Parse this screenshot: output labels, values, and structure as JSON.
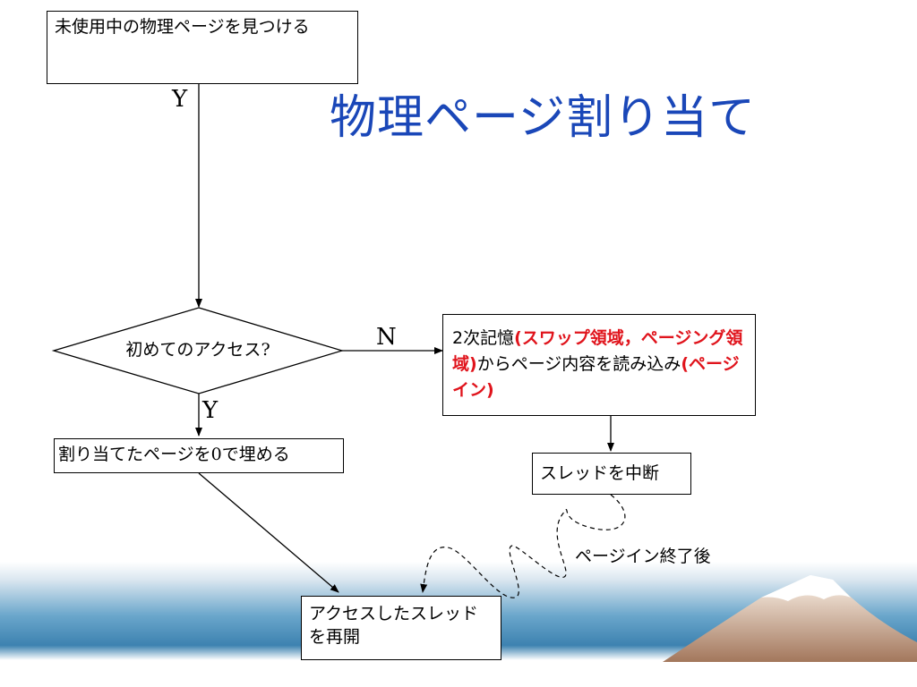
{
  "slide": {
    "title": "物理ページ割り当て"
  },
  "nodes": {
    "find_page": "未使用中の物理ページを見つける",
    "decision_prefix": "初めてのアクセス",
    "decision_suffix": "?",
    "fill_zero_prefix": "割り当てたページを",
    "fill_zero_digit": "0",
    "fill_zero_suffix": "で埋める",
    "read_a": "2次記憶",
    "read_b": "(スワップ領域，ページング領域)",
    "read_c": "からページ内容を読み込み",
    "read_d": "(ページイン)",
    "suspend": "スレッドを中断",
    "resume": "アクセスしたスレッドを再開"
  },
  "labels": {
    "yes_top": "Y",
    "yes_decision": "Y",
    "no_decision": "N",
    "after_pagein": "ページイン終了後"
  },
  "colors": {
    "title": "#1a47b8",
    "highlight": "#e0141c",
    "band_light": "#e6eef5",
    "band_dark": "#3d82b0",
    "mountain": "#b88e74"
  }
}
